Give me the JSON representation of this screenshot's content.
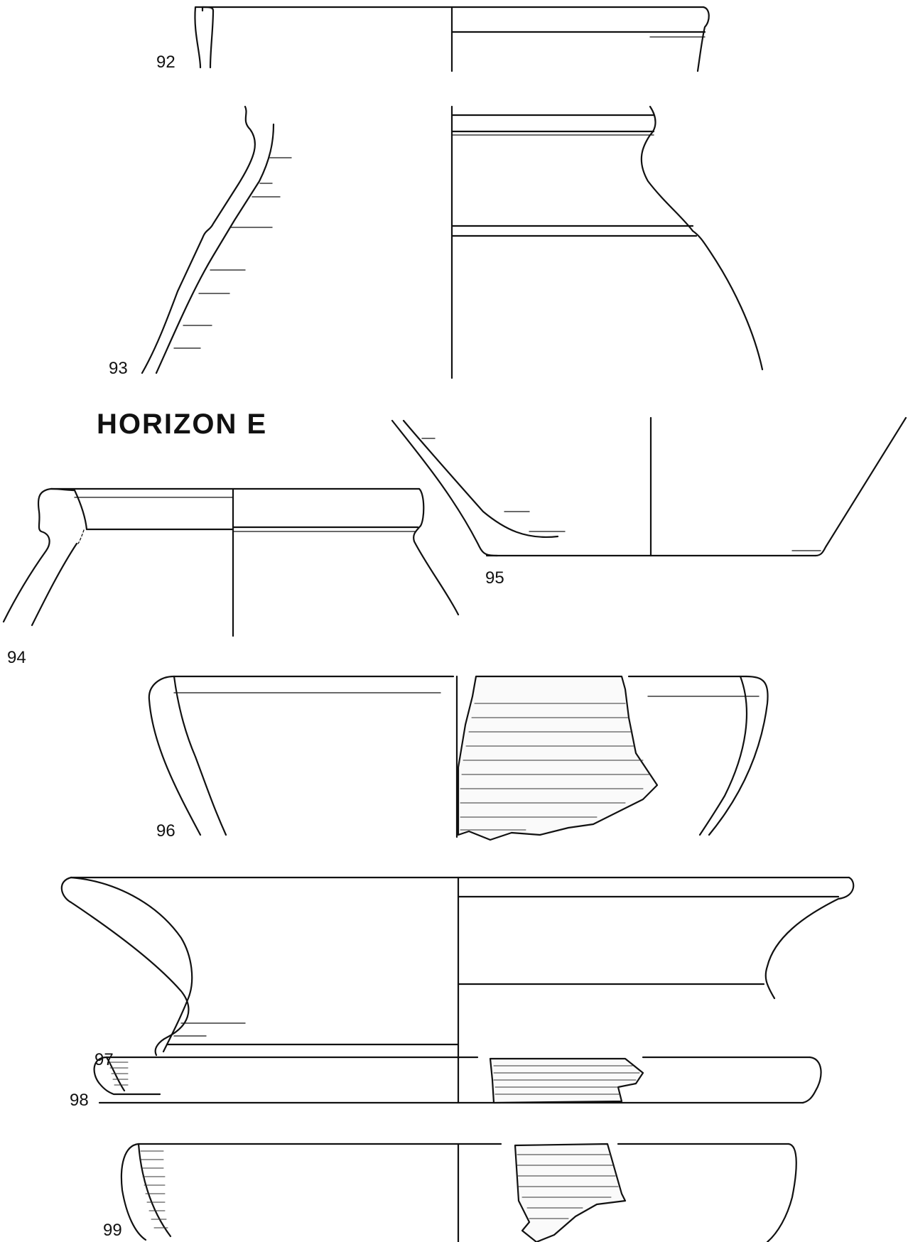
{
  "heading": "HORIZON E",
  "figures": [
    {
      "label": "92"
    },
    {
      "label": "93"
    },
    {
      "label": "94"
    },
    {
      "label": "95"
    },
    {
      "label": "96"
    },
    {
      "label": "97"
    },
    {
      "label": "98"
    },
    {
      "label": "99"
    }
  ],
  "colors": {
    "ink": "#111111",
    "paper": "#ffffff"
  }
}
